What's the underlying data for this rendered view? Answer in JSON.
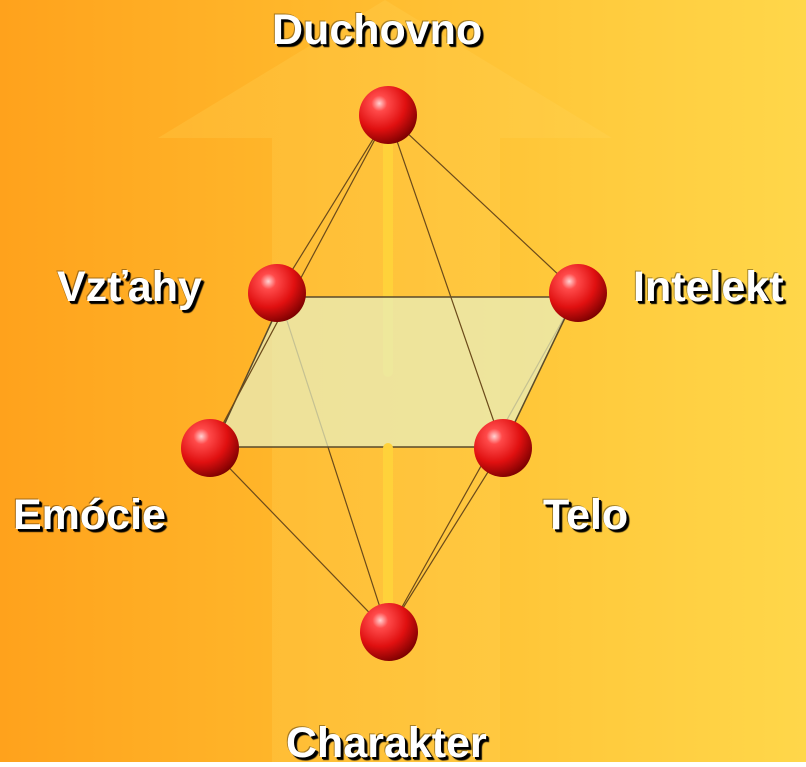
{
  "nodes": {
    "top": "Duchovno",
    "left": "Vzťahy",
    "right": "Intelekt",
    "bottom_left": "Emócie",
    "bottom_right": "Telo",
    "bottom": "Charakter"
  },
  "colors": {
    "background_left": "#ffa21c",
    "background_right": "#ffd74a",
    "arrow": "#ffc745",
    "sphere": "#e01010",
    "plane": "#e8f0c0",
    "axis": "#ffd23a",
    "label_text": "#ffffff",
    "label_shadow": "#000000"
  }
}
